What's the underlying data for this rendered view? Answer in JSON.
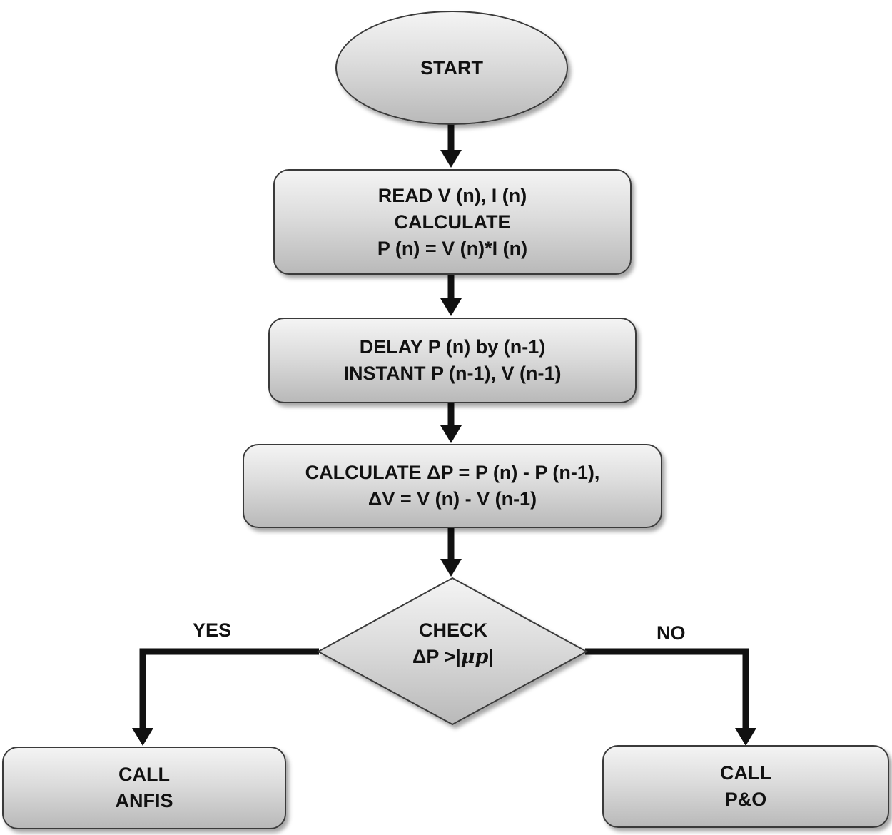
{
  "start": {
    "label": "START"
  },
  "read_box": {
    "line1": "READ V (n), I (n)",
    "line2": "CALCULATE",
    "line3": "P (n) = V (n)*I (n)"
  },
  "delay_box": {
    "line1": "DELAY P (n) by (n-1)",
    "line2": "INSTANT P (n-1), V (n-1)"
  },
  "calc_box": {
    "line1": "CALCULATE ΔP = P (n) - P (n-1),",
    "line2": "ΔV = V (n) - V (n-1)"
  },
  "decision": {
    "line1": "CHECK",
    "line2_prefix": "ΔP >|",
    "line2_symbol": "μp",
    "line2_suffix": "|"
  },
  "branches": {
    "yes": "YES",
    "no": "NO"
  },
  "anfis_box": {
    "line1": "CALL",
    "line2": "ANFIS"
  },
  "po_box": {
    "line1": "CALL",
    "line2": "P&O"
  },
  "colors": {
    "stroke": "#111111",
    "fill_light": "#f4f4f4",
    "fill_dark": "#b9b9b9"
  }
}
